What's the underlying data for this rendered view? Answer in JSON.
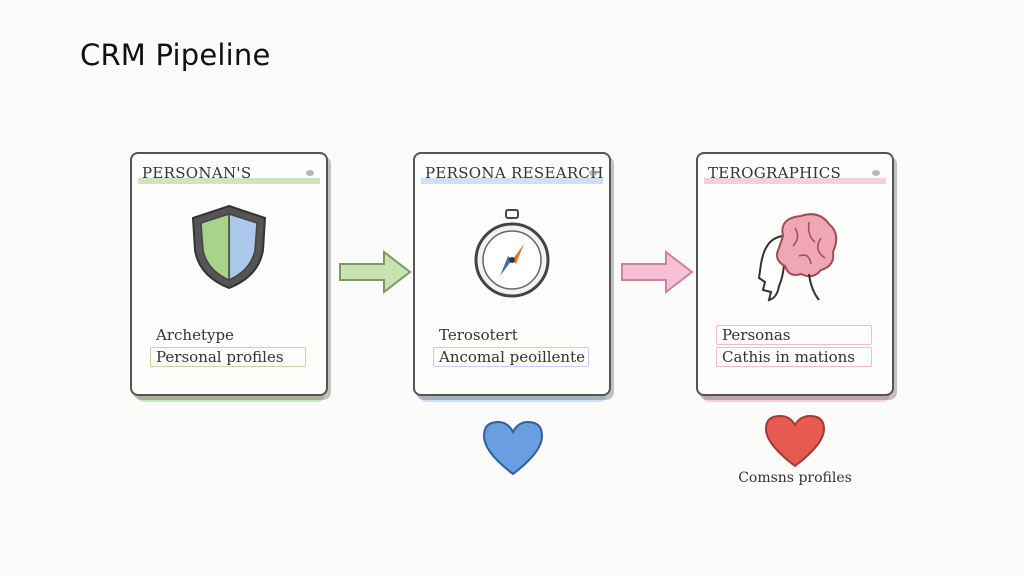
{
  "title": "CRM Pipeline",
  "colors": {
    "green": "#a7d38b",
    "blue": "#a9c8ec",
    "pink": "#f2a8c8",
    "heart_blue": "#6a9ee0",
    "heart_red": "#e65a52"
  },
  "cards": [
    {
      "header": "PERSONAN'S",
      "icon": "shield-icon",
      "lines": [
        "Archetype",
        "Personal profiles"
      ]
    },
    {
      "header": "PERSONA RESEARCH",
      "icon": "compass-icon",
      "lines": [
        "Terosotert",
        "Ancomal peoillente"
      ]
    },
    {
      "header": "TEROGRAPHICS",
      "icon": "brain-head-icon",
      "lines": [
        "Personas",
        "Cathis in mations"
      ]
    }
  ],
  "caption": "Comsns profiles"
}
